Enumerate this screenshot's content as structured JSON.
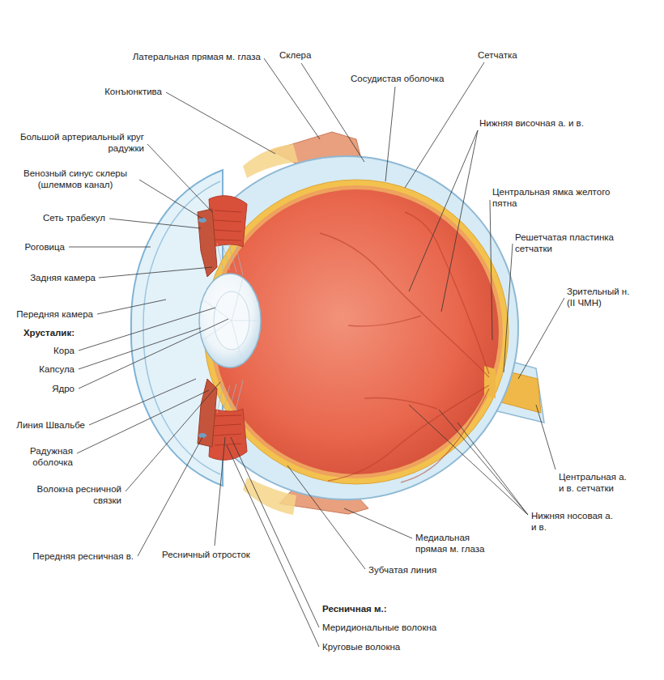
{
  "diagram": {
    "labels": [
      "Латеральная прямая м. глаза",
      "Конъюнктива",
      "Большой артериальный круг радужки",
      "Венозный синус склеры (шлеммов канал)",
      "Сеть трабекул",
      "Роговица",
      "Задняя камера",
      "Передняя камера",
      "Хрусталик:",
      "Кора",
      "Капсула",
      "Ядро",
      "Линия Швальбе",
      "Радужная оболочка",
      "Волокна ресничной связки",
      "Передняя ресничная в.",
      "Ресничный отросток",
      "Ресничная м.:",
      "Меридиональные волокна",
      "Круговые волокна",
      "Склера",
      "Сосудистая оболочка",
      "Сетчатка",
      "Нижняя височная а. и в.",
      "Центральная ямка желтого пятна",
      "Решетчатая пластинка сетчатки",
      "Зрительный н. (II ЧМН)",
      "Центральная а. и в. сетчатки",
      "Нижняя носовая а. и в.",
      "Медиальная прямая м. глаза",
      "Зубчатая линия"
    ]
  }
}
